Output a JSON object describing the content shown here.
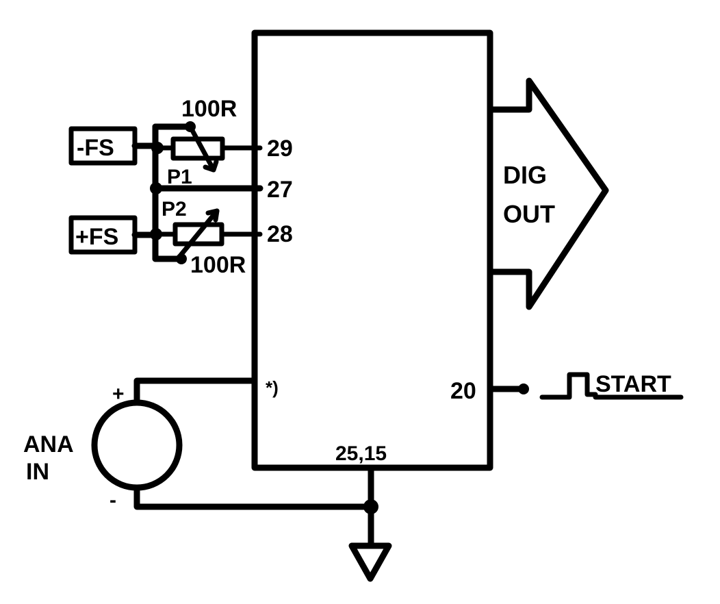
{
  "labels": {
    "neg_fs": "-FS",
    "pos_fs": "+FS",
    "r_top": "100R",
    "r_bottom": "100R",
    "p1": "P1",
    "p2": "P2",
    "pin_29": "29",
    "pin_27": "27",
    "pin_28": "28",
    "pin_input": "*)",
    "pin_20": "20",
    "pin_gnd": "25,15",
    "dig_out_line1": "DIG",
    "dig_out_line2": "OUT",
    "start": "START",
    "ana_in_line1": "ANA",
    "ana_in_line2": "IN",
    "src_plus": "+",
    "src_minus": "-"
  }
}
